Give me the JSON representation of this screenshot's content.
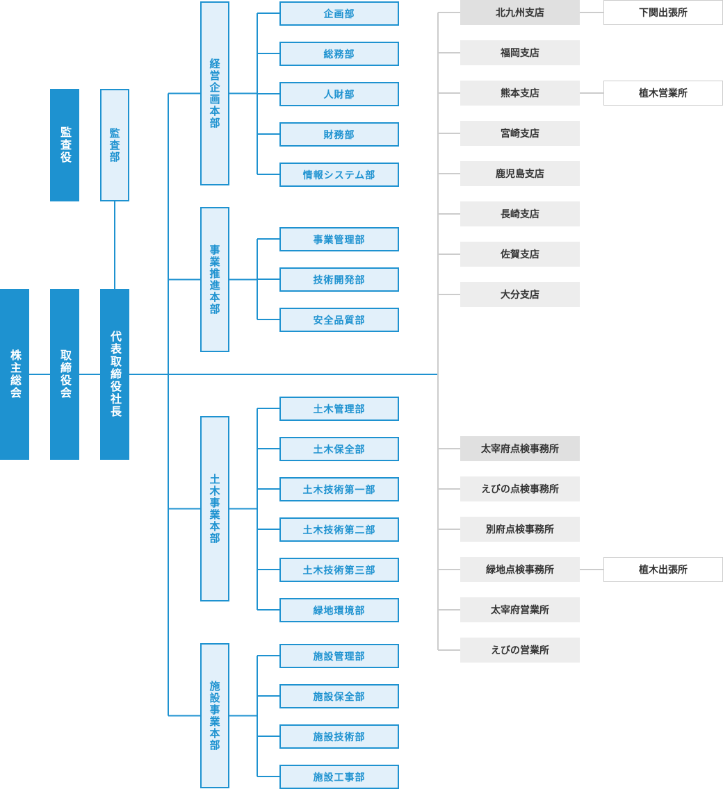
{
  "colors": {
    "blue": "#1e92d0",
    "light_blue": "#e2f0fa",
    "gray": "#ededed",
    "line_gray": "#cccccc"
  },
  "top": {
    "shareholders": "株主総会",
    "board": "取締役会",
    "president": "代表取締役社長",
    "auditor": "監査役",
    "audit_dept": "監査部"
  },
  "divisions": [
    {
      "name": "経営企画本部",
      "departments": [
        "企画部",
        "総務部",
        "人財部",
        "財務部",
        "情報システム部"
      ]
    },
    {
      "name": "事業推進本部",
      "departments": [
        "事業管理部",
        "技術開発部",
        "安全品質部"
      ]
    },
    {
      "name": "土木事業本部",
      "departments": [
        "土木管理部",
        "土木保全部",
        "土木技術第一部",
        "土木技術第二部",
        "土木技術第三部",
        "緑地環境部"
      ]
    },
    {
      "name": "施設事業本部",
      "departments": [
        "施設管理部",
        "施設保全部",
        "施設技術部",
        "施設工事部"
      ]
    }
  ],
  "branches_top": [
    {
      "name": "北九州支店",
      "sub": "下関出張所"
    },
    {
      "name": "福岡支店"
    },
    {
      "name": "熊本支店",
      "sub": "植木営業所"
    },
    {
      "name": "宮崎支店"
    },
    {
      "name": "鹿児島支店"
    },
    {
      "name": "長崎支店"
    },
    {
      "name": "佐賀支店"
    },
    {
      "name": "大分支店"
    }
  ],
  "branches_bottom": [
    {
      "name": "太宰府点検事務所"
    },
    {
      "name": "えびの点検事務所"
    },
    {
      "name": "別府点検事務所"
    },
    {
      "name": "緑地点検事務所",
      "sub": "植木出張所"
    },
    {
      "name": "太宰府営業所"
    },
    {
      "name": "えびの営業所"
    }
  ]
}
